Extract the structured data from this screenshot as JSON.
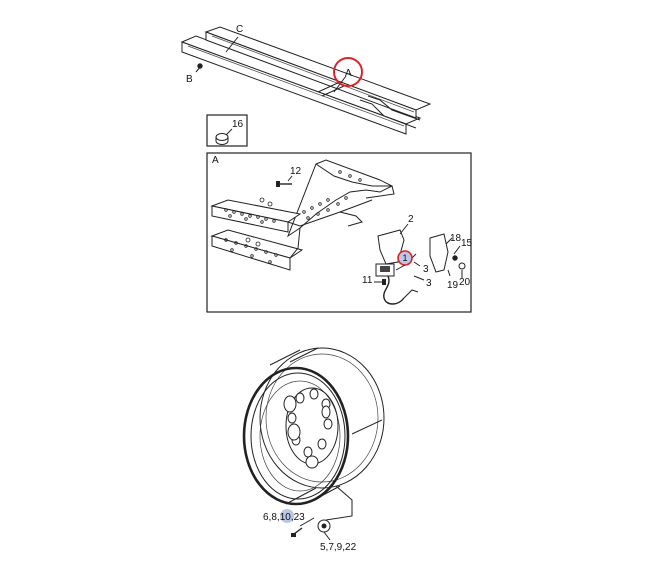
{
  "callouts": {
    "c": "C",
    "b": "B",
    "a": "A",
    "n16": "16",
    "detail_a": "A",
    "n12": "12",
    "n2": "2",
    "n18": "18",
    "n15": "15",
    "n1": "1",
    "n3a": "3",
    "n3b": "3",
    "n11": "11",
    "n19": "19",
    "n20": "20",
    "wheel_bolts": [
      "6,8,",
      "10",
      ",23"
    ],
    "wheel_nuts": "5,7,9,22"
  },
  "colors": {
    "highlight_circle": "#d9252a",
    "highlight_fill": "#b9c6e6",
    "linework": "#222222"
  }
}
